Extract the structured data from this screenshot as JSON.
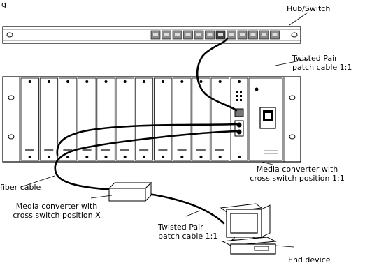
{
  "figure": {
    "caption_fragment": "g",
    "labels": {
      "hub_switch": "Hub/Switch",
      "twisted_pair_top_line1": "Twisted Pair",
      "twisted_pair_top_line2": "patch cable 1:1",
      "media_converter_rack_line1": "Media converter with",
      "media_converter_rack_line2": "cross switch position 1:1",
      "fiber_cable": "fiber cable",
      "media_converter_x_line1": "Media converter with",
      "media_converter_x_line2": "cross switch position X",
      "twisted_pair_bottom_line1": "Twisted Pair",
      "twisted_pair_bottom_line2": "patch cable 1:1",
      "end_device": "End device"
    },
    "hub_port_count": 12,
    "rack_module_count": 12
  }
}
